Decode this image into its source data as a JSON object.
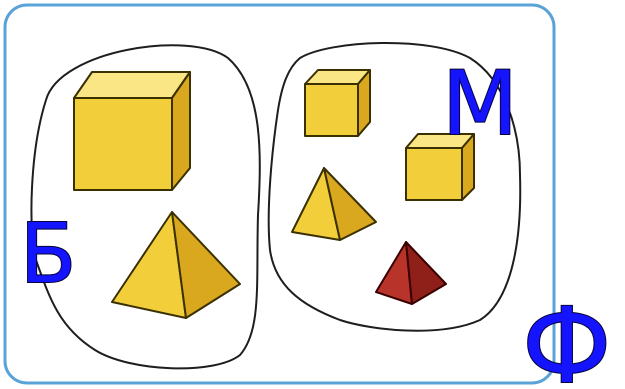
{
  "labels": {
    "left_set": "Б",
    "right_set": "М",
    "universal_set": "Ф"
  },
  "shapes": {
    "left_set": [
      "cube",
      "pyramid"
    ],
    "right_set": [
      "cube",
      "cube",
      "pyramid",
      "pyramid"
    ]
  },
  "colors": {
    "frame": "#5aa3d8",
    "background": "#ffffff",
    "region_outline": "#1e1e1e",
    "shape_fill": "#f2cf3a",
    "shape_fill_light": "#fbe685",
    "shape_fill_dark": "#d9a81e",
    "accent_shape_fill": "#b8332a",
    "label": "#1414ff"
  }
}
